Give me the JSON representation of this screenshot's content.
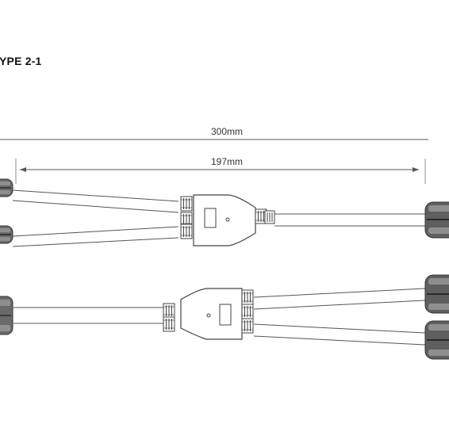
{
  "title": "YPE 2-1",
  "dimensions": {
    "overall_label": "300mm",
    "split_label": "197mm"
  }
}
